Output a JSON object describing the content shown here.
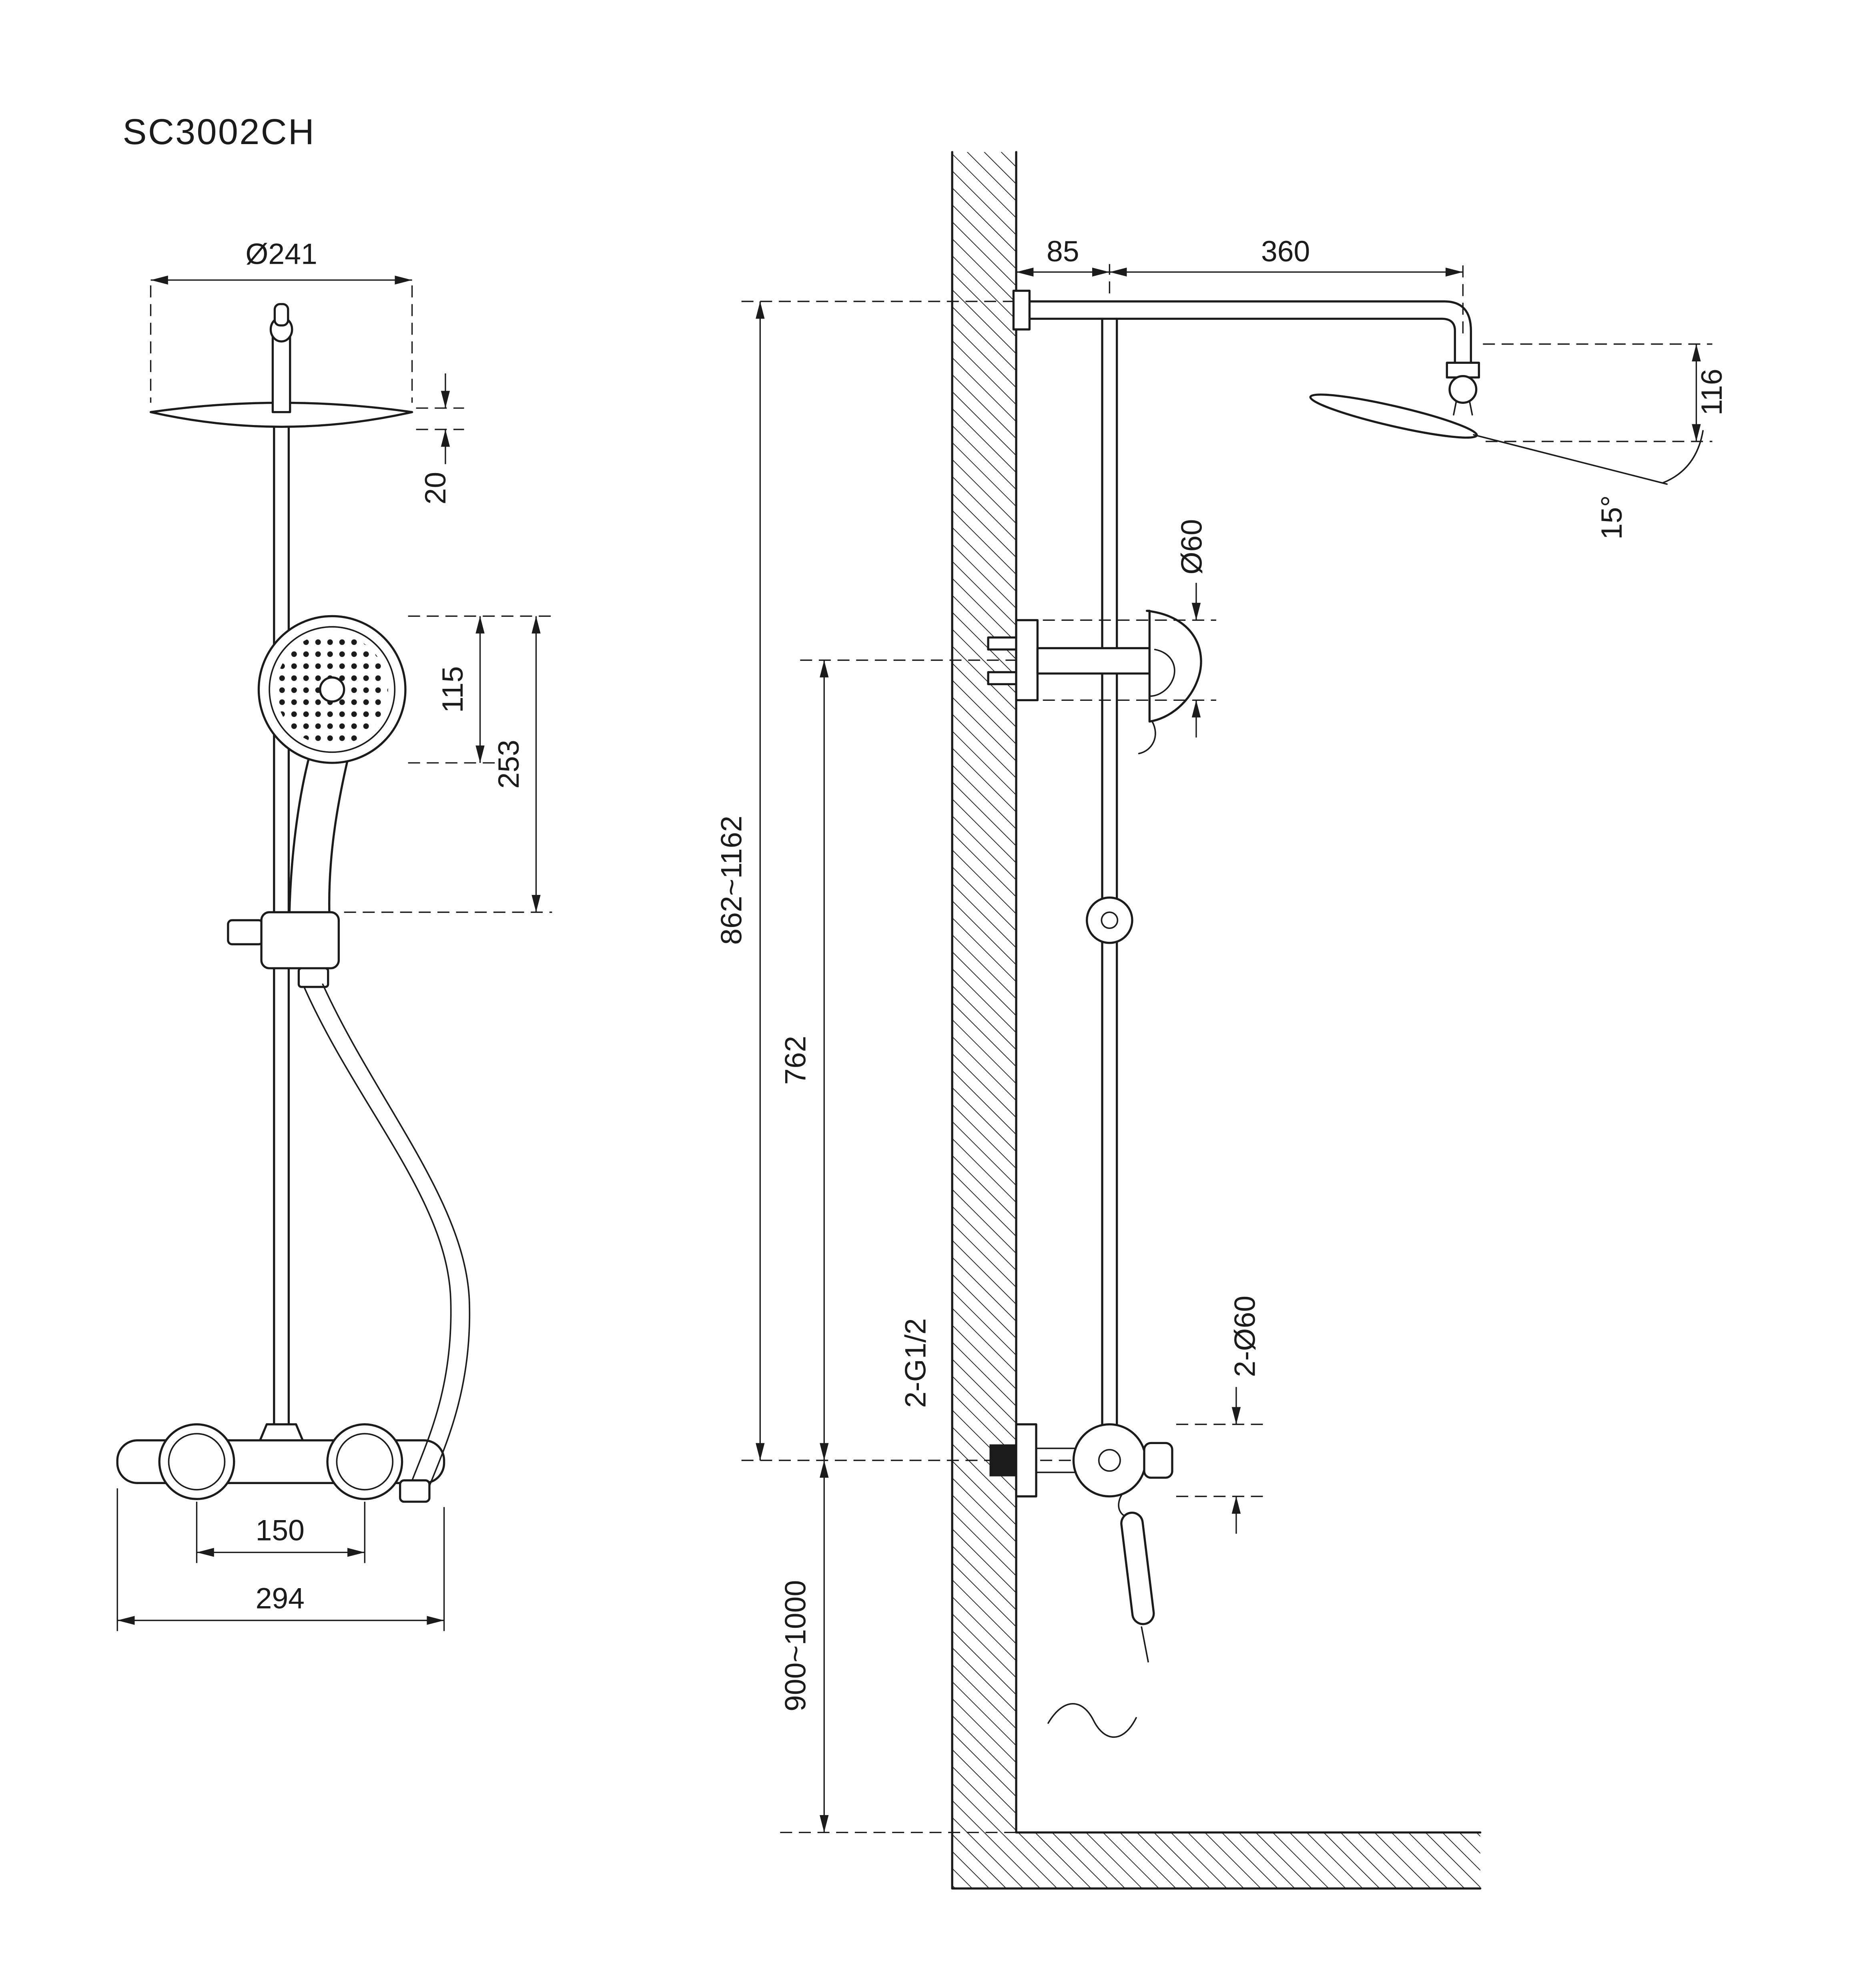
{
  "title": "SC3002CH",
  "colors": {
    "ink": "#1b1b1b",
    "background": "#ffffff"
  },
  "front_view": {
    "head_diameter": "Ø241",
    "head_thickness": "20",
    "handshower_diameter": "115",
    "handshower_length": "253",
    "handle_spacing": "150",
    "mixer_width": "294"
  },
  "side_view": {
    "wall_offset": "85",
    "arm_reach": "360",
    "head_drop": "116",
    "head_angle": "15°",
    "holder_escutcheon_diameter": "Ø60",
    "riser_height_range": "862~1162",
    "holder_height": "762",
    "inlet_thread": "2-G1/2",
    "inlet_escutcheon_diameter": "2-Ø60",
    "installation_height": "900~1000"
  }
}
